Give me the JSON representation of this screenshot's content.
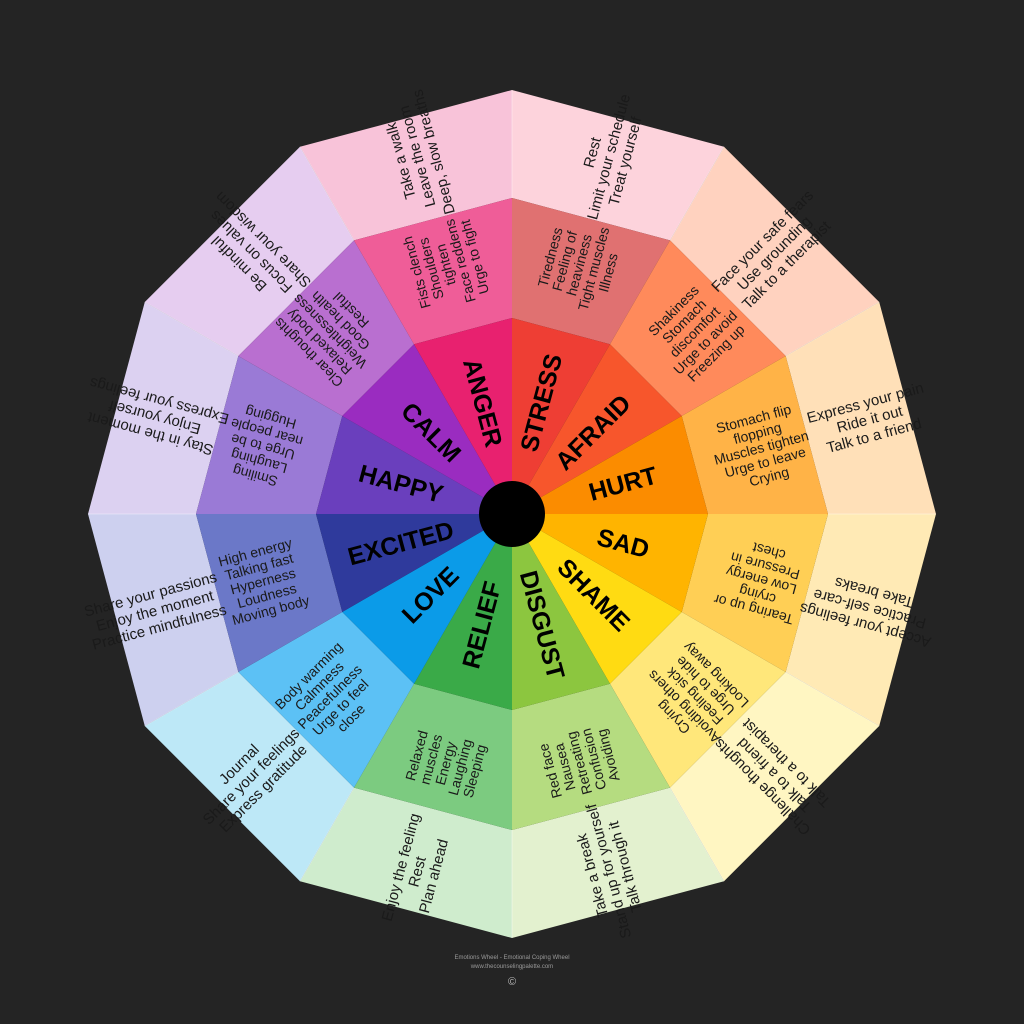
{
  "colors": {
    "background": "#242424",
    "center_hub": "#000000"
  },
  "segments": [
    {
      "emotion": "STRESS",
      "inner_color": "#ee3e34",
      "mid_color": "#e07171",
      "outer_color": "#fdd3dc",
      "body": [
        "Tiredness",
        "Feeling of",
        "heaviness",
        "Tight muscles",
        "Illness"
      ],
      "coping": [
        "Rest",
        "Limit your schedule",
        "Treat yourself"
      ]
    },
    {
      "emotion": "AFRAID",
      "inner_color": "#f7562c",
      "mid_color": "#ff8a5b",
      "outer_color": "#ffd2bf",
      "body": [
        "Shakiness",
        "Stomach",
        "discomfort",
        "Urge to avoid",
        "Freezing up"
      ],
      "coping": [
        "Face your safe fears",
        "Use grounding",
        "Talk to a therapist"
      ]
    },
    {
      "emotion": "HURT",
      "inner_color": "#fb8c00",
      "mid_color": "#ffb347",
      "outer_color": "#ffe0b8",
      "body": [
        "Stomach flip",
        "flopping",
        "Muscles tighten",
        "Urge to leave",
        "Crying"
      ],
      "coping": [
        "Express your pain",
        "Ride it out",
        "Talk to a friend"
      ]
    },
    {
      "emotion": "SAD",
      "inner_color": "#ffb400",
      "mid_color": "#ffcf55",
      "outer_color": "#ffeab5",
      "body": [
        "Tearing up or",
        "crying",
        "Low energy",
        "Pressure in",
        "chest"
      ],
      "coping": [
        "Accept your feelings",
        "Practice self-care",
        "Take breaks"
      ]
    },
    {
      "emotion": "SHAME",
      "inner_color": "#ffdb12",
      "mid_color": "#ffe77a",
      "outer_color": "#fff6c2",
      "body": [
        "Crying",
        "Avoiding others",
        "Feeling sick",
        "Urge to hide",
        "Looking away"
      ],
      "coping": [
        "Challenge thoughts",
        "Talk to a friend",
        "Talk to a therapist"
      ]
    },
    {
      "emotion": "DISGUST",
      "inner_color": "#8cc63f",
      "mid_color": "#b5dc80",
      "outer_color": "#e3f1cf",
      "body": [
        "Red face",
        "Nausea",
        "Retreating",
        "Confusion",
        "Avoiding"
      ],
      "coping": [
        "Take a break",
        "Stand up for yourself",
        "Talk through it"
      ]
    },
    {
      "emotion": "RELIEF",
      "inner_color": "#3aaa48",
      "mid_color": "#7ccb80",
      "outer_color": "#cfeccd",
      "body": [
        "Relaxed",
        "muscles",
        "Energy",
        "Laughing",
        "Sleeping"
      ],
      "coping": [
        "Enjoy the feeling",
        "Rest",
        "Plan ahead"
      ]
    },
    {
      "emotion": "LOVE",
      "inner_color": "#0b9be8",
      "mid_color": "#5cc1f5",
      "outer_color": "#bde8f7",
      "body": [
        "Body warming",
        "Calmness",
        "Peacefulness",
        "Urge to feel",
        "close"
      ],
      "coping": [
        "Journal",
        "Share your feelings",
        "Express gratitude"
      ]
    },
    {
      "emotion": "EXCITED",
      "inner_color": "#2f3a9c",
      "mid_color": "#6b78c8",
      "outer_color": "#cdd0ef",
      "body": [
        "High energy",
        "Talking fast",
        "Hyperness",
        "Loudness",
        "Moving body"
      ],
      "coping": [
        "Share your passions",
        "Enjoy the moment",
        "Practice mindfulness"
      ]
    },
    {
      "emotion": "HAPPY",
      "inner_color": "#6a3fbd",
      "mid_color": "#9a7ad6",
      "outer_color": "#dcd1f1",
      "body": [
        "Smiling",
        "Laughing",
        "Urge to be",
        "near people",
        "Hugging"
      ],
      "coping": [
        "Stay in the moment",
        "Enjoy yourself",
        "Express your feelings"
      ]
    },
    {
      "emotion": "CALM",
      "inner_color": "#9a2cc0",
      "mid_color": "#b96fd0",
      "outer_color": "#e6cdf0",
      "body": [
        "Clear thoughts",
        "Relaxed body",
        "Weightlessness",
        "Good health",
        "Restful"
      ],
      "coping": [
        "Be mindful",
        "Focus on values",
        "Share your wisdom"
      ]
    },
    {
      "emotion": "ANGER",
      "inner_color": "#e8216f",
      "mid_color": "#ef5d98",
      "outer_color": "#f8c3d9",
      "body": [
        "Fists clench",
        "Shoulders",
        "tighten",
        "Face reddens",
        "Urge to fight"
      ],
      "coping": [
        "Take a walk",
        "Leave the room",
        "Deep, slow breaths"
      ]
    }
  ],
  "footer": {
    "title": "Emotions Wheel - Emotional Coping Wheel",
    "site": "www.thecounselingpalette.com",
    "copyright": "©"
  }
}
